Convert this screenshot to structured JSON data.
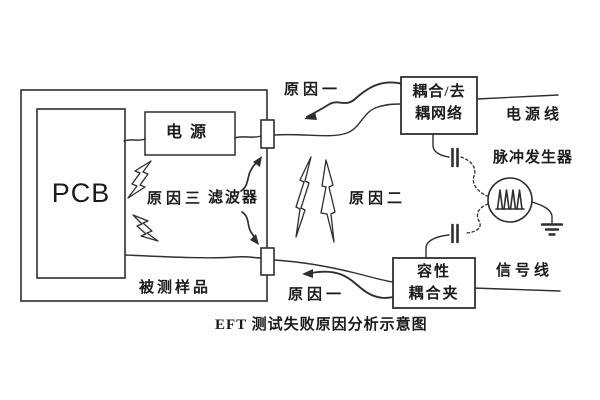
{
  "diagram": {
    "caption": "EFT 测试失败原因分析示意图",
    "boxes": {
      "eut_label": "被测样品",
      "pcb_label": "PCB",
      "power_label": "电源",
      "cdn_line1": "耦合/去",
      "cdn_line2": "耦网络",
      "clamp_line1": "容性",
      "clamp_line2": "耦合夹"
    },
    "labels": {
      "cause1_top": "原因一",
      "cause1_bottom": "原因一",
      "cause2": "原因二",
      "cause3": "原因三",
      "filter": "滤波器",
      "power_line": "电源线",
      "signal_line": "信号线",
      "pulse_generator": "脉冲发生器"
    },
    "icons": {
      "lightning_bolts": "jagged-interference-arrows",
      "capacitor": "series-capacitor-symbol",
      "ground": "earth-ground-symbol",
      "pulse_waveform": "burst-pulse-train"
    },
    "colors": {
      "line": "#2f2f2f",
      "text": "#1b1b1b",
      "background": "#ffffff"
    }
  }
}
